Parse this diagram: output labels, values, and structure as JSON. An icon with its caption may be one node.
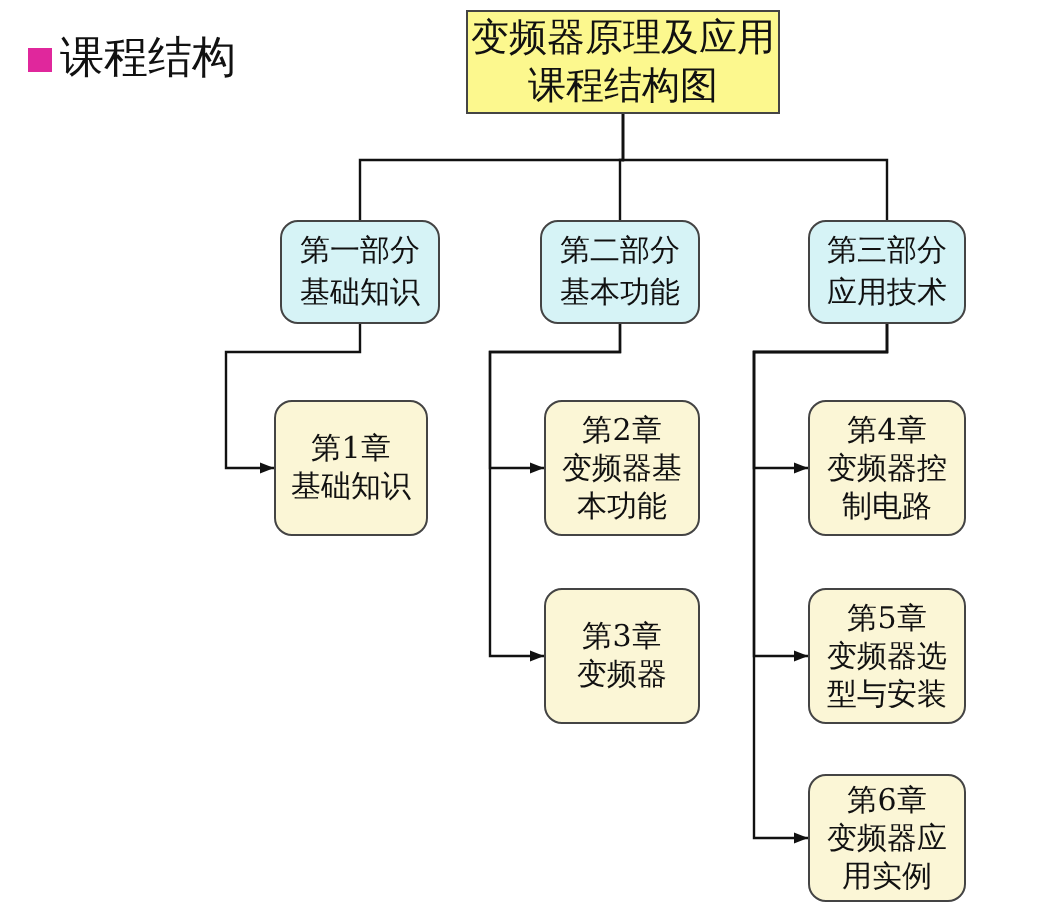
{
  "diagram": {
    "title": "课程结构",
    "nodes": [
      {
        "text": [
          "变频器原理及应用课程结构图"
        ]
      },
      {
        "text": [
          "第一部分",
          "基础知识"
        ]
      },
      {
        "text": [
          "第二部分",
          "基本功能"
        ]
      },
      {
        "text": [
          "第三部分",
          "应用技术"
        ]
      },
      {
        "text": [
          "第1章",
          "基础知识"
        ]
      },
      {
        "text": [
          "第2章",
          "变频器基本功能"
        ]
      },
      {
        "text": [
          "第3章",
          "变频器"
        ]
      },
      {
        "text": [
          "第4章",
          "变频器控制电路"
        ]
      },
      {
        "text": [
          "第5章",
          "变频器选型与安装"
        ]
      },
      {
        "text": [
          "第6章",
          "变频器应用实例"
        ]
      }
    ],
    "edges": [
      {
        "from": 0,
        "to": 1,
        "arrow": "none"
      },
      {
        "from": 0,
        "to": 2,
        "arrow": "none"
      },
      {
        "from": 0,
        "to": 3,
        "arrow": "none"
      },
      {
        "from": 1,
        "to": 4,
        "arrow": "to"
      },
      {
        "from": 2,
        "to": 5,
        "arrow": "to"
      },
      {
        "from": 2,
        "to": 6,
        "arrow": "to"
      },
      {
        "from": 3,
        "to": 7,
        "arrow": "to"
      },
      {
        "from": 3,
        "to": 8,
        "arrow": "to"
      },
      {
        "from": 3,
        "to": 9,
        "arrow": "to"
      }
    ]
  }
}
